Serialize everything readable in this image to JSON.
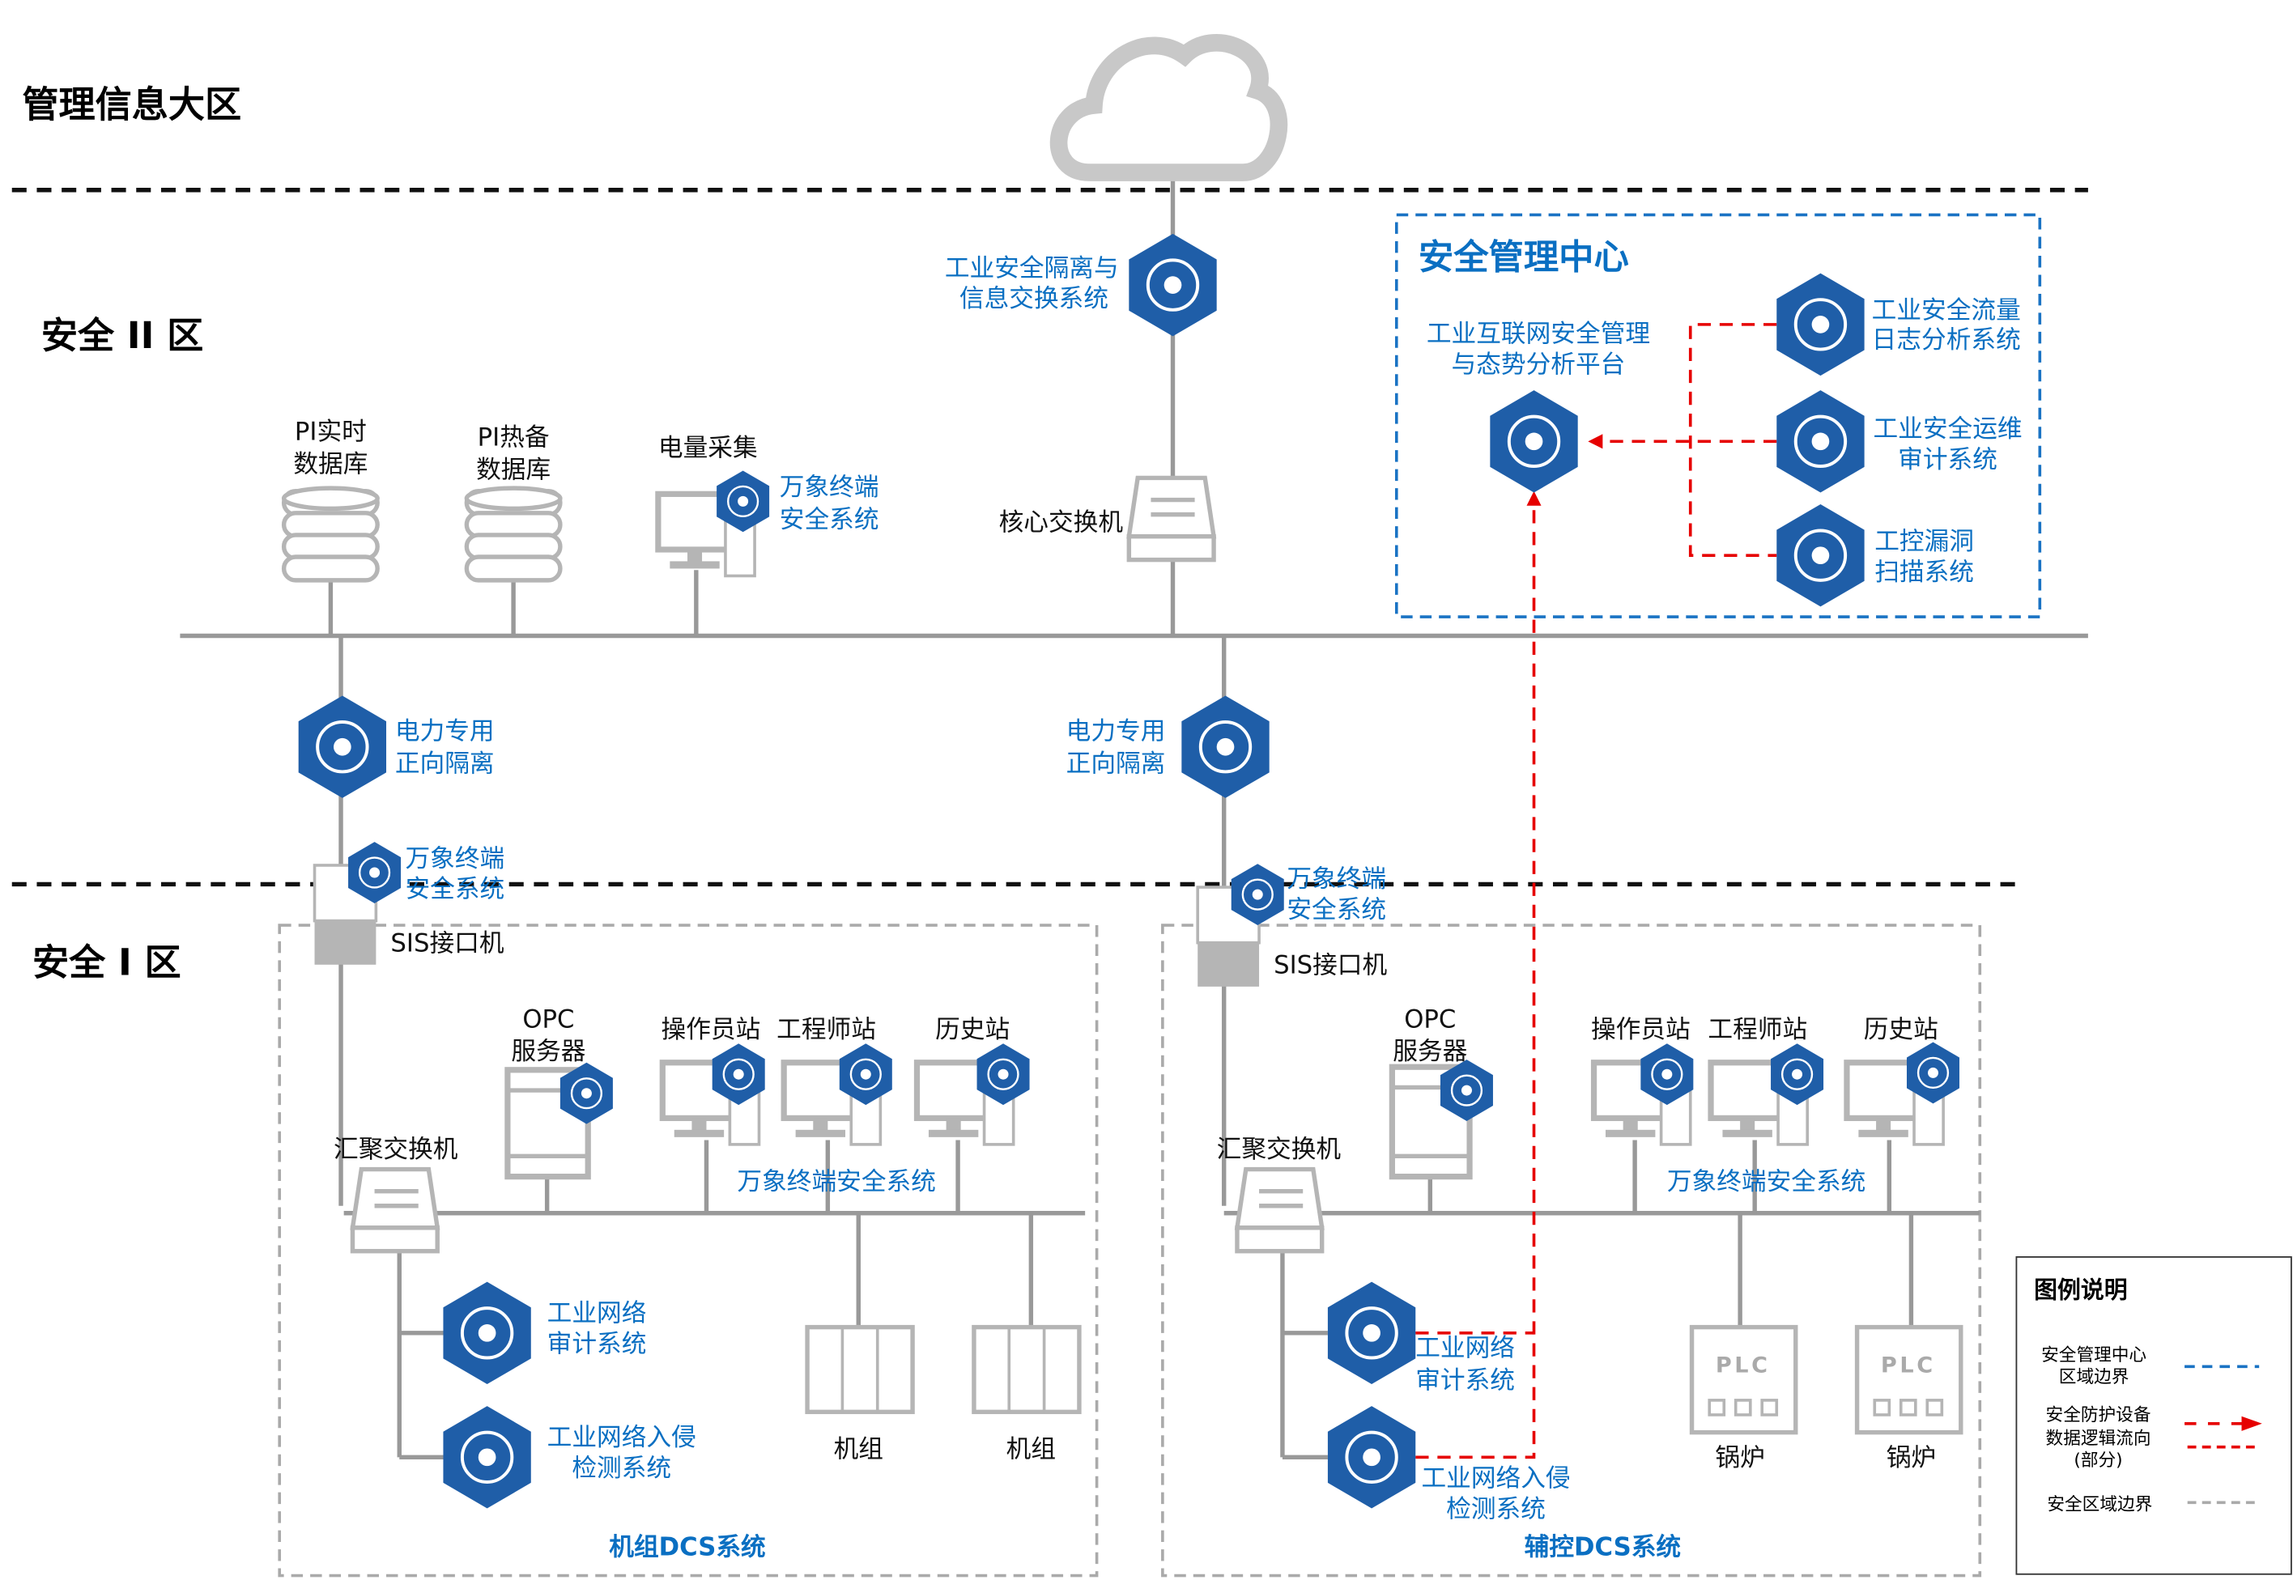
{
  "zones": {
    "management": "管理信息大区",
    "safety2": "安全 II 区",
    "safety1": "安全 I 区"
  },
  "zone2": {
    "isolation_exchange": [
      "工业安全隔离与",
      "信息交换系统"
    ],
    "pi_realtime": [
      "PI实时",
      "数据库"
    ],
    "pi_backup": [
      "PI热备",
      "数据库"
    ],
    "power_collect": "电量采集",
    "endpoint": [
      "万象终端",
      "安全系统"
    ],
    "core_switch": "核心交换机",
    "forward_isolation_left": [
      "电力专用",
      "正向隔离"
    ],
    "forward_isolation_right": [
      "电力专用",
      "正向隔离"
    ]
  },
  "smc": {
    "title": "安全管理中心",
    "platform": [
      "工业互联网安全管理",
      "与态势分析平台"
    ],
    "flow_log": [
      "工业安全流量",
      "日志分析系统"
    ],
    "ops_audit": [
      "工业安全运维",
      "审计系统"
    ],
    "vuln_scan": [
      "工控漏洞",
      "扫描系统"
    ]
  },
  "unit_dcs": {
    "title": "机组DCS系统",
    "endpoint": [
      "万象终端",
      "安全系统"
    ],
    "sis": "SIS接口机",
    "agg_switch": "汇聚交换机",
    "opc": [
      "OPC",
      "服务器"
    ],
    "operator": "操作员站",
    "engineer": "工程师站",
    "history": "历史站",
    "endpoint_row": "万象终端安全系统",
    "audit": [
      "工业网络",
      "审计系统"
    ],
    "ids": [
      "工业网络入侵",
      "检测系统"
    ],
    "units": [
      "机组",
      "机组"
    ]
  },
  "aux_dcs": {
    "title": "辅控DCS系统",
    "endpoint": [
      "万象终端",
      "安全系统"
    ],
    "sis": "SIS接口机",
    "agg_switch": "汇聚交换机",
    "opc": [
      "OPC",
      "服务器"
    ],
    "operator": "操作员站",
    "engineer": "工程师站",
    "history": "历史站",
    "endpoint_row": "万象终端安全系统",
    "audit": [
      "工业网络",
      "审计系统"
    ],
    "ids": [
      "工业网络入侵",
      "检测系统"
    ],
    "plc_label": "PLC",
    "boilers": [
      "锅炉",
      "锅炉"
    ]
  },
  "legend": {
    "title": "图例说明",
    "smc_boundary": [
      "安全管理中心",
      "区域边界"
    ],
    "data_flow": [
      "安全防护设备",
      "数据逻辑流向",
      "(部分)"
    ],
    "zone_boundary": "安全区域边界"
  },
  "colors": {
    "hex_blue": "#1f5ea8",
    "text_blue": "#0a6fc2",
    "flow_red": "#e60000",
    "boundary_gray": "#aaaaaa",
    "smc_blue": "#1a73c4"
  }
}
